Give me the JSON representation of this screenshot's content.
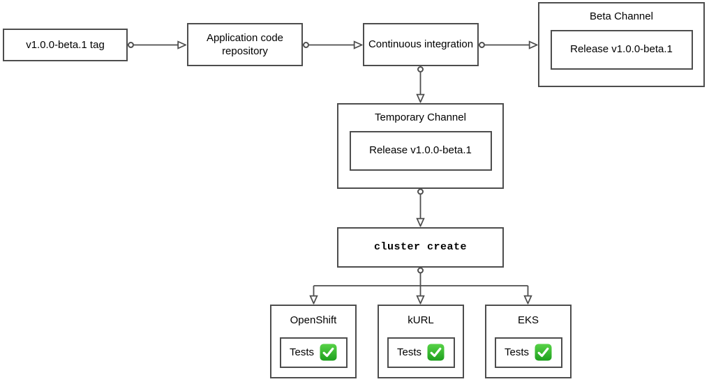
{
  "nodes": {
    "tag": {
      "label": "v1.0.0-beta.1 tag"
    },
    "repo": {
      "label": "Application code repository"
    },
    "ci": {
      "label": "Continuous integration"
    },
    "beta": {
      "title": "Beta Channel",
      "release": "Release v1.0.0-beta.1"
    },
    "temp": {
      "title": "Temporary Channel",
      "release": "Release v1.0.0-beta.1"
    },
    "cluster": {
      "label": "cluster create"
    },
    "openshift": {
      "title": "OpenShift",
      "tests_label": "Tests"
    },
    "kurl": {
      "title": "kURL",
      "tests_label": "Tests"
    },
    "eks": {
      "title": "EKS",
      "tests_label": "Tests"
    }
  },
  "icons": {
    "tests_status": "check-mark-button"
  },
  "colors": {
    "line": "#4d4d4d",
    "text": "#000000",
    "background": "#ffffff",
    "check_green_top": "#58d348",
    "check_green_bottom": "#1d9f1d",
    "check_mark": "#ffffff"
  }
}
